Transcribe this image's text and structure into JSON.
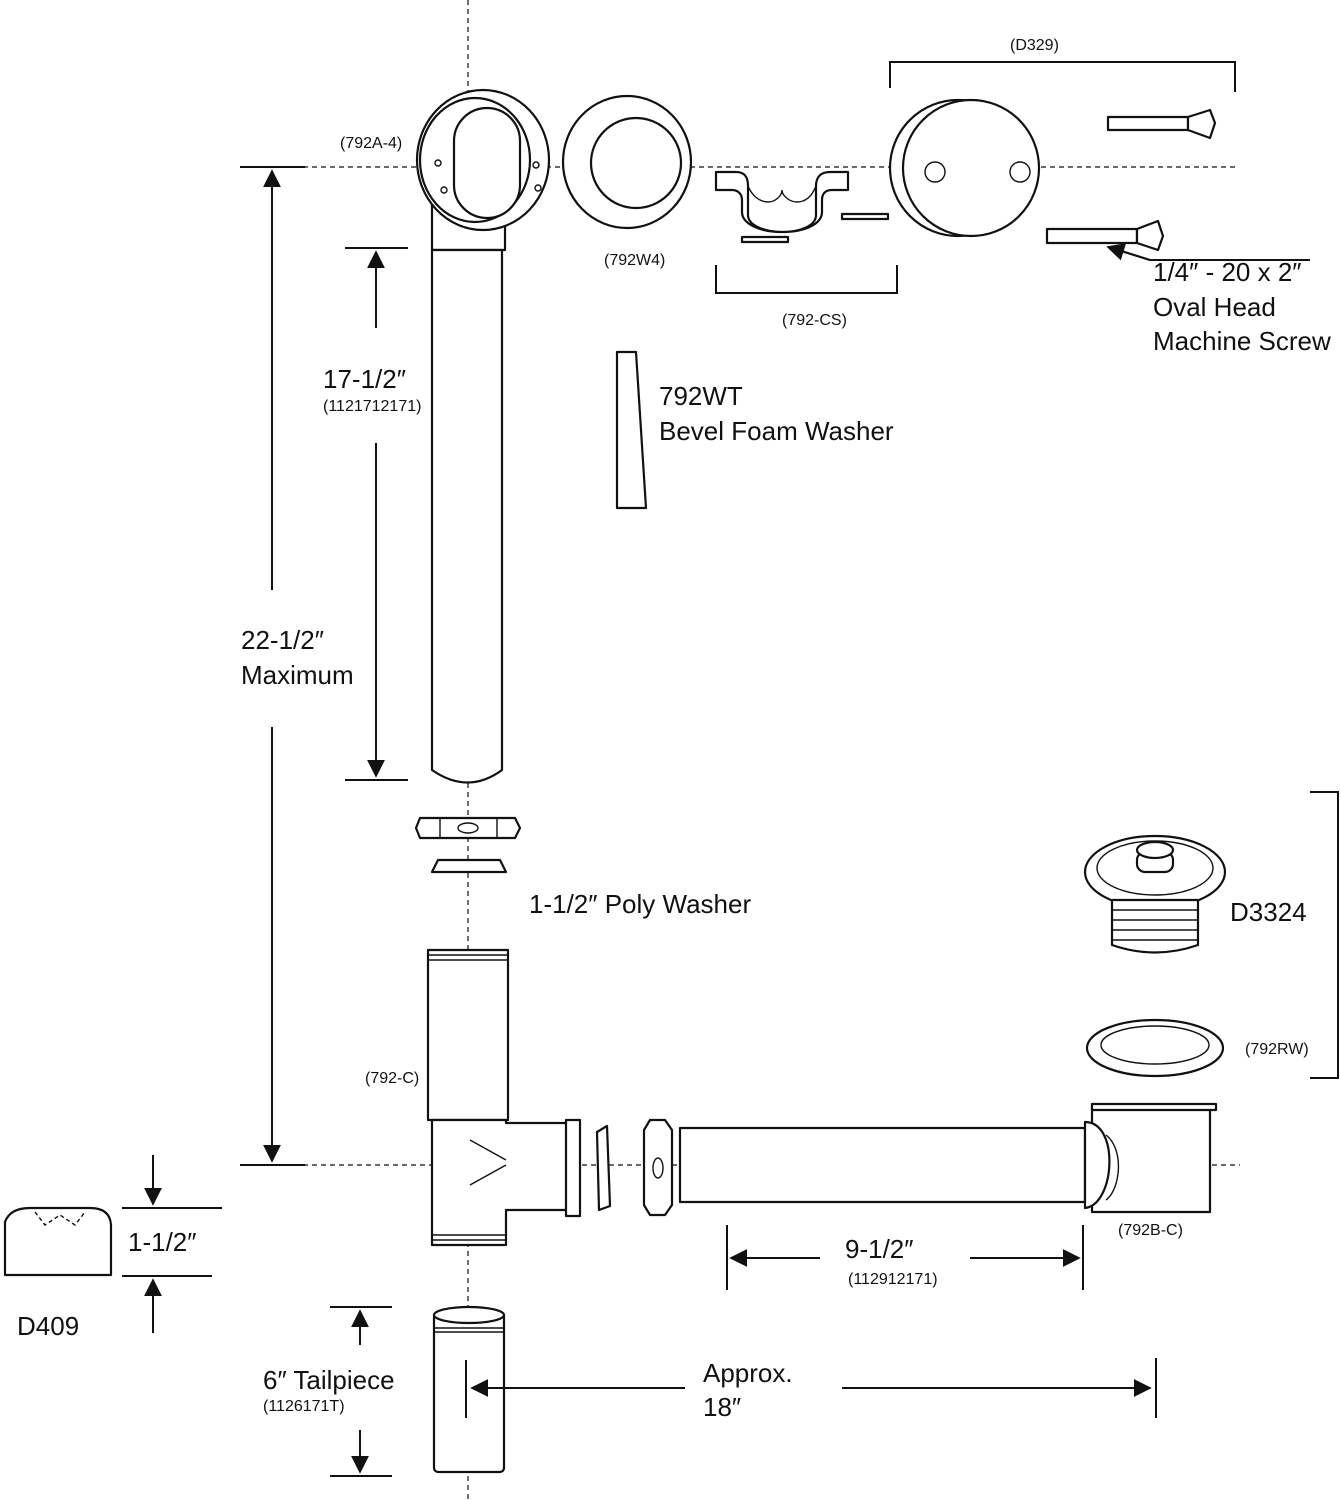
{
  "labels": {
    "d329": "(D329)",
    "a792_4": "(792A-4)",
    "w4": "(792W4)",
    "cs": "(792-CS)",
    "screw_size": "1/4″ - 20 x 2″",
    "screw_name1": "Oval Head",
    "screw_name2": "Machine Screw",
    "wt_code": "792WT",
    "wt_name": "Bevel Foam Washer",
    "len_17": "17-1/2″",
    "len_17_code": "(1121712171)",
    "len_22": "22-1/2″",
    "len_22_sub": "Maximum",
    "poly_washer": "1-1/2″ Poly Washer",
    "d3324": "D3324",
    "rw": "(792RW)",
    "c792": "(792-C)",
    "bc": "(792B-C)",
    "len_112": "1-1/2″",
    "d409": "D409",
    "len_9": "9-1/2″",
    "len_9_code": "(112912171)",
    "tailpiece": "6″ Tailpiece",
    "tailpiece_code": "(1126171T)",
    "approx": "Approx.",
    "approx_val": "18″"
  }
}
